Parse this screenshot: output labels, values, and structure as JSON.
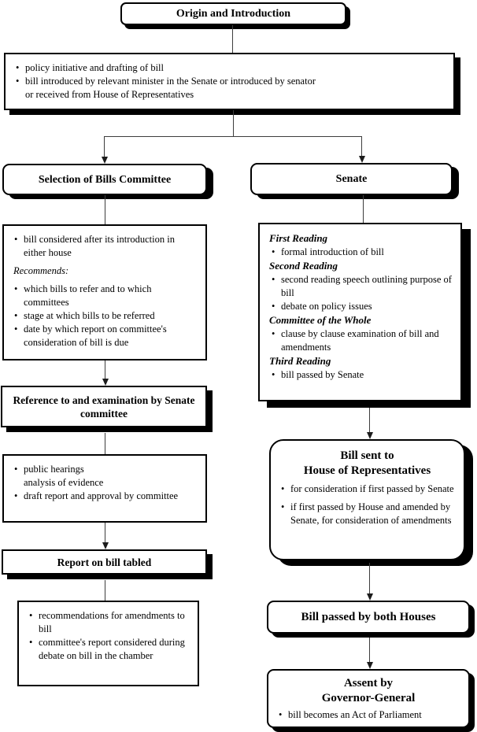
{
  "diagram": {
    "origin": {
      "title": "Origin and Introduction"
    },
    "intro": {
      "bullet1": "policy initiative and drafting of bill",
      "bullet2_line1": "bill introduced by relevant minister in the Senate or introduced by senator",
      "bullet2_line2": "or received from House of Representatives"
    },
    "selection_header": {
      "title": "Selection of Bills Committee"
    },
    "senate_header": {
      "title": "Senate"
    },
    "selection_content": {
      "bullet1": "bill considered after its introduction in either house",
      "recommends_label": "Recommends:",
      "bullet2": "which bills to refer and to which committees",
      "bullet3": "stage at which bills to be referred",
      "bullet4": "date by which report on committee's consideration of bill is due"
    },
    "reference": {
      "title_line1": "Reference to and examination by Senate",
      "title_line2": "committee"
    },
    "hearings": {
      "bullet1_line1": "public hearings",
      "bullet1_line2": "analysis of evidence",
      "bullet2": "draft report and approval by committee"
    },
    "report": {
      "title": "Report on bill tabled"
    },
    "recommendations": {
      "bullet1": "recommendations for amendments to bill",
      "bullet2": "committee's report considered during debate on bill in the chamber"
    },
    "senate_content": {
      "s1_heading": "First Reading",
      "s1_bullet1": "formal introduction of bill",
      "s2_heading": "Second Reading",
      "s2_bullet1": "second reading speech outlining purpose of bill",
      "s2_bullet2": "debate on policy issues",
      "s3_heading": "Committee of the Whole",
      "s3_bullet1": "clause by clause examination of bill and amendments",
      "s4_heading": "Third Reading",
      "s4_bullet1": "bill passed by Senate"
    },
    "bill_sent": {
      "title_line1": "Bill sent to",
      "title_line2": "House of Representatives",
      "bullet1": "for consideration if first passed by Senate",
      "bullet2": "if first passed by House and amended by Senate, for consideration of amendments"
    },
    "bill_passed": {
      "title": "Bill passed by both Houses"
    },
    "assent": {
      "title_line1": "Assent by",
      "title_line2": "Governor-General",
      "bullet1": "bill becomes an Act of Parliament"
    }
  }
}
